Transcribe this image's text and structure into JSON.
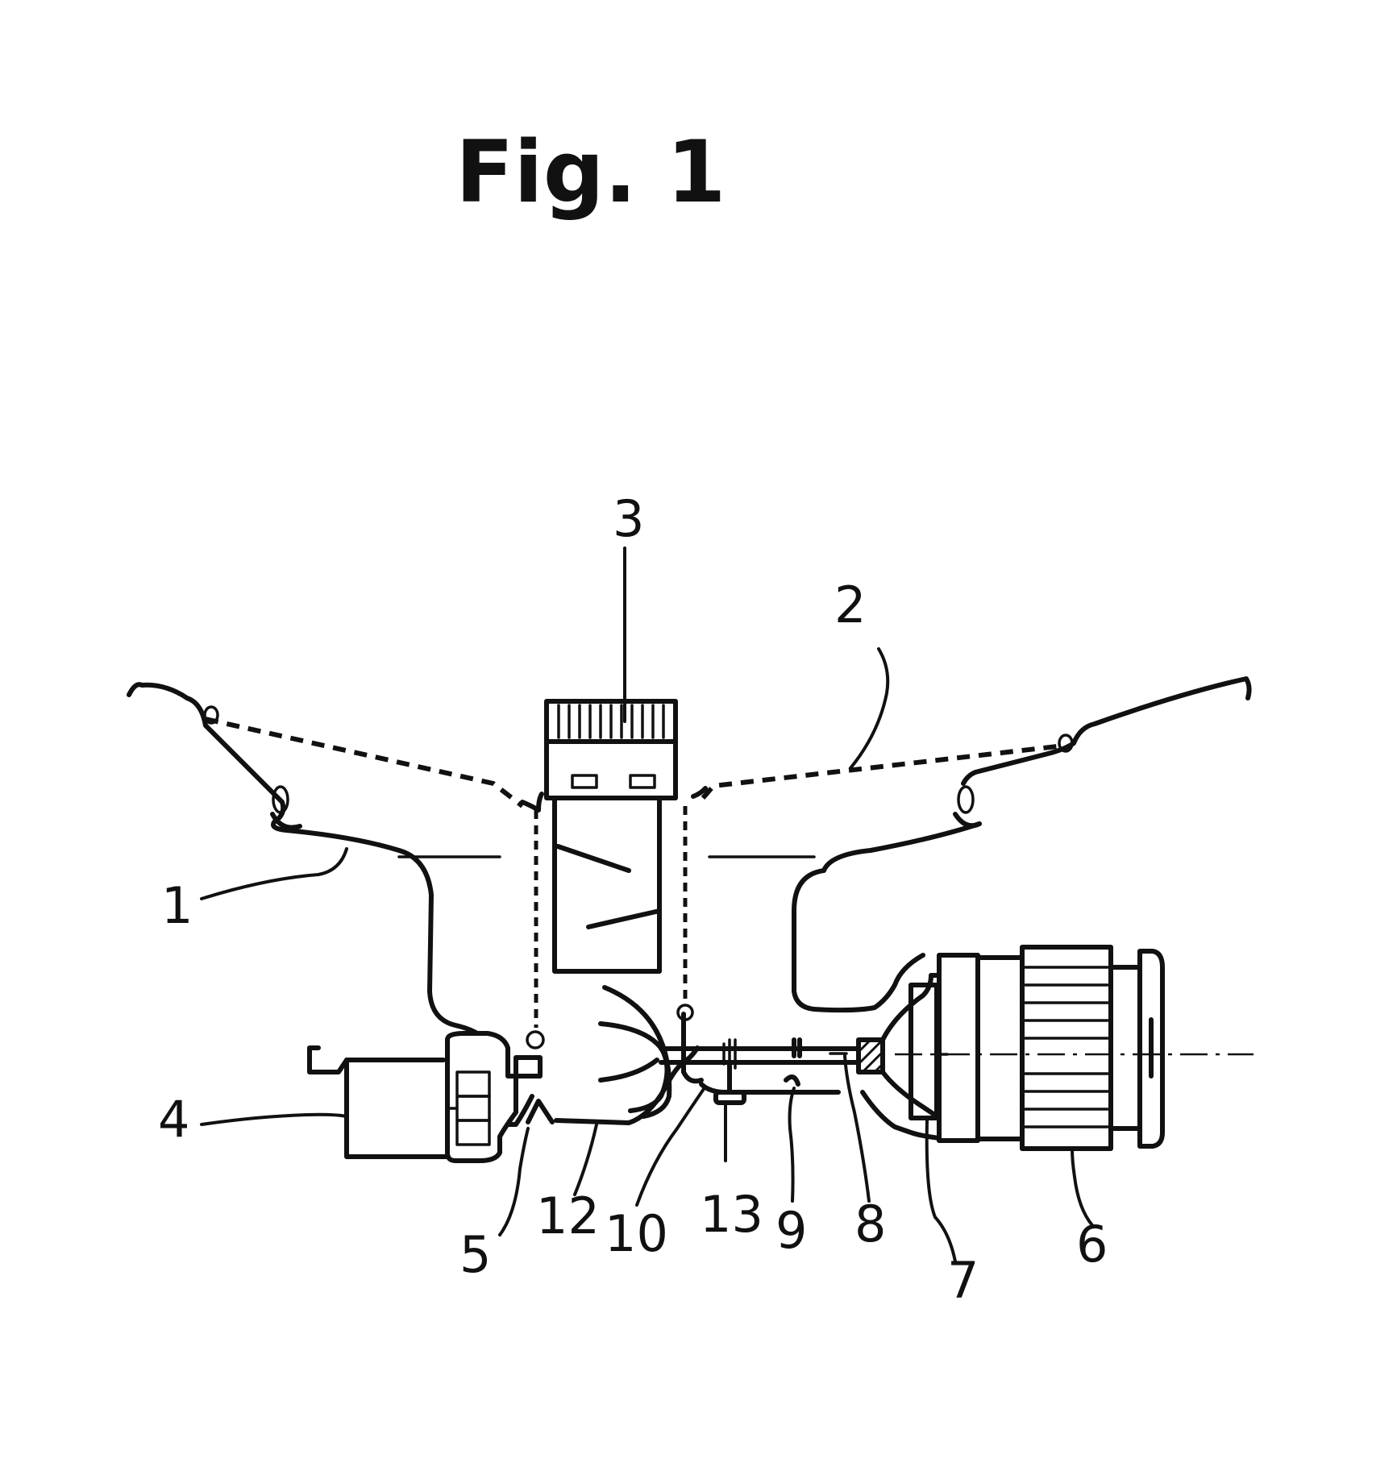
{
  "figure": {
    "title": "Fig. 1"
  },
  "labels": {
    "l1": "1",
    "l2": "2",
    "l3": "3",
    "l4": "4",
    "l5": "5",
    "l6": "6",
    "l7": "7",
    "l8": "8",
    "l9": "9",
    "l10": "10",
    "l12": "12",
    "l13": "13"
  }
}
